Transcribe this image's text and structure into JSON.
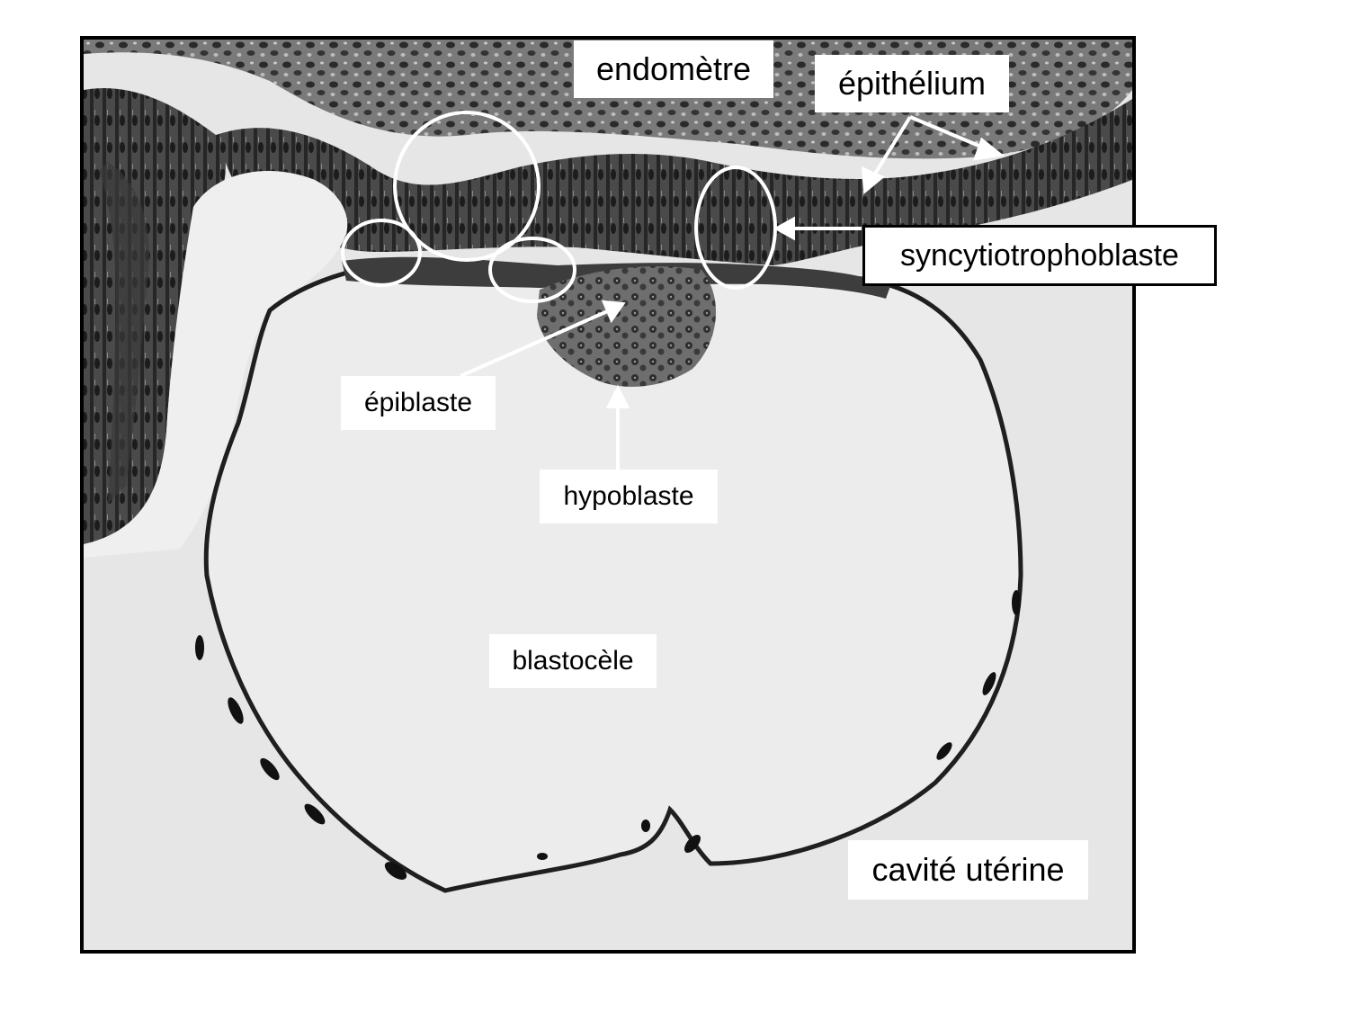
{
  "labels": {
    "endometre": "endomètre",
    "epithelium": "épithélium",
    "syncytiotrophoblaste": "syncytiotrophoblaste",
    "epiblaste": "épiblaste",
    "hypoblaste": "hypoblaste",
    "blastocele": "blastocèle",
    "cavite_uterine": "cavité utérine"
  },
  "colors": {
    "frame": "#000000",
    "background": "#e6e6e6",
    "tissue_dark": "#2b2b2b",
    "annotation": "#ffffff"
  }
}
